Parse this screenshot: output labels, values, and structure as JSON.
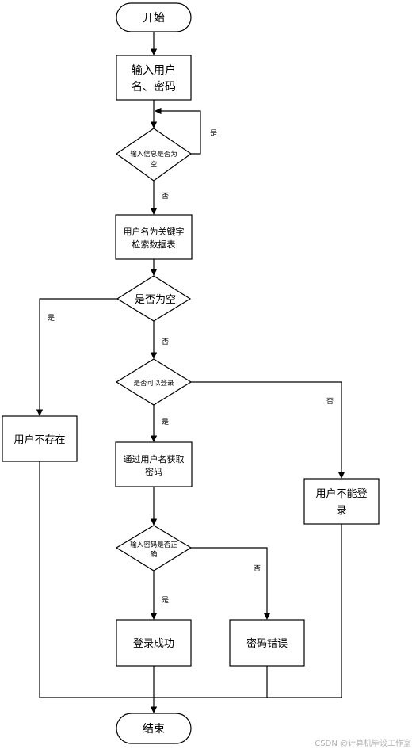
{
  "flowchart": {
    "nodes": {
      "start": "开始",
      "input_line1": "输入用户",
      "input_line2": "名、密码",
      "check_empty_input_line1": "输入信息是否为",
      "check_empty_input_line2": "空",
      "search_line1": "用户名为关键字",
      "search_line2": "检索数据表",
      "result_empty": "是否为空",
      "user_not_exist": "用户不存在",
      "can_login": "是否可以登录",
      "get_password_line1": "通过用户名获取",
      "get_password_line2": "密码",
      "cannot_login_line1": "用户不能登",
      "cannot_login_line2": "录",
      "password_correct_line1": "输入密码是否正",
      "password_correct_line2": "确",
      "login_success": "登录成功",
      "password_error": "密码错误",
      "end": "结束"
    },
    "edge_labels": {
      "loop_yes": "是",
      "input_no": "否",
      "empty_yes": "是",
      "empty_no": "否",
      "can_login_yes": "是",
      "can_login_no": "否",
      "password_yes": "是",
      "password_no": "否"
    }
  },
  "watermark": "CSDN @计算机毕设工作室"
}
